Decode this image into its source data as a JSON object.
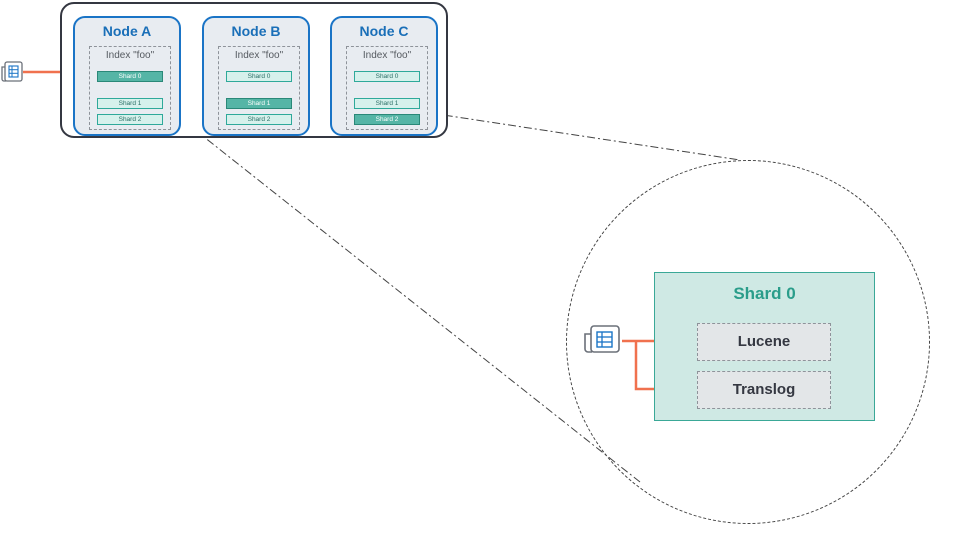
{
  "nodes": [
    {
      "title": "Node A",
      "index_label": "Index \"foo\"",
      "shards": [
        {
          "label": "Shard 0",
          "primary": true
        },
        {
          "label": "Shard 1",
          "primary": false
        },
        {
          "label": "Shard 2",
          "primary": false
        }
      ]
    },
    {
      "title": "Node B",
      "index_label": "Index \"foo\"",
      "shards": [
        {
          "label": "Shard 0",
          "primary": false
        },
        {
          "label": "Shard 1",
          "primary": true
        },
        {
          "label": "Shard 2",
          "primary": false
        }
      ]
    },
    {
      "title": "Node C",
      "index_label": "Index \"foo\"",
      "shards": [
        {
          "label": "Shard 0",
          "primary": false
        },
        {
          "label": "Shard 1",
          "primary": false
        },
        {
          "label": "Shard 2",
          "primary": true
        }
      ]
    }
  ],
  "zoom": {
    "title": "Shard 0",
    "components": [
      "Lucene",
      "Translog"
    ]
  },
  "icons": {
    "document": "document-icon"
  },
  "colors": {
    "arrow": "#f0714e",
    "node_border": "#1a74c6",
    "node_title": "#1a6fb8",
    "primary_shard": "#55b5a6",
    "replica_shard": "#d6f1ec",
    "shard_big_bg": "#cfe9e4",
    "shard_big_title": "#2a9d8a"
  }
}
